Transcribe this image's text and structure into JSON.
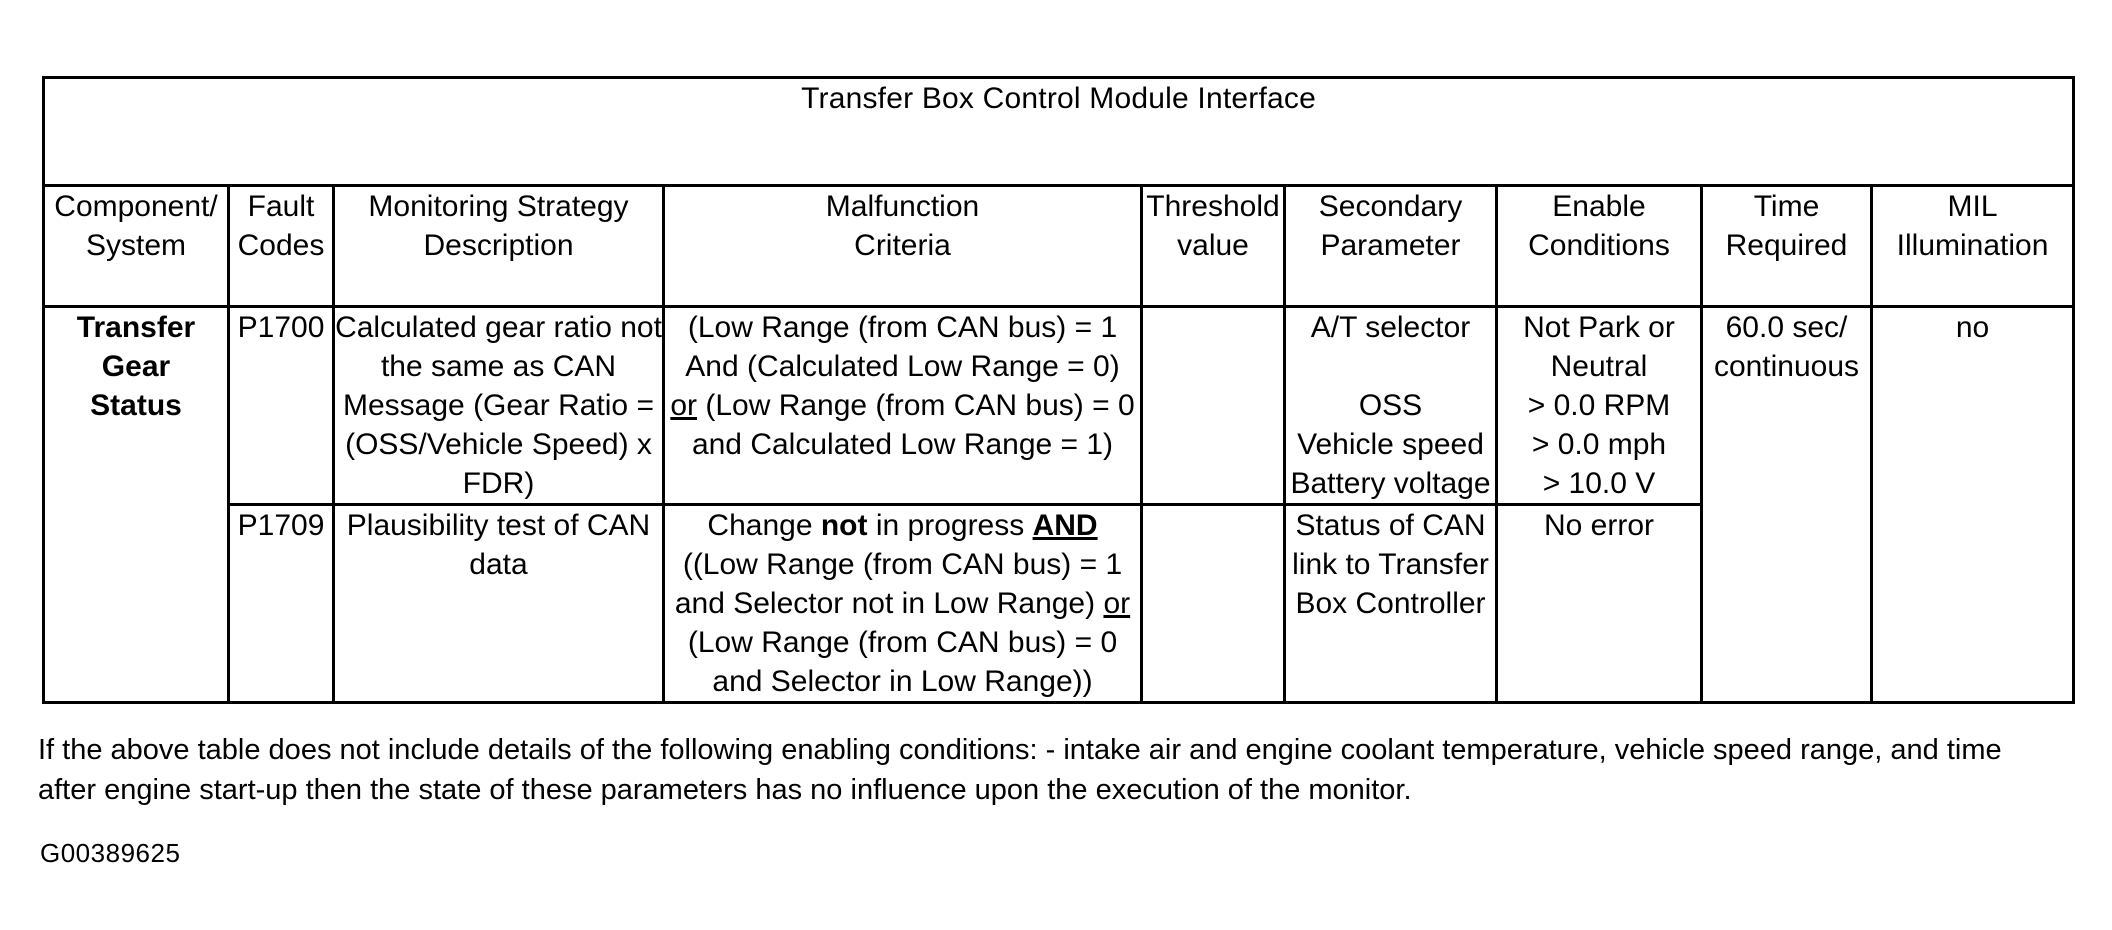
{
  "table": {
    "title": "Transfer Box Control Module Interface",
    "columns": [
      {
        "key": "component",
        "label": "Component/\nSystem"
      },
      {
        "key": "fault",
        "label": "Fault\nCodes"
      },
      {
        "key": "monitoring",
        "label": "Monitoring Strategy\nDescription"
      },
      {
        "key": "malfunction",
        "label": "Malfunction\nCriteria"
      },
      {
        "key": "threshold",
        "label": "Threshold\nvalue"
      },
      {
        "key": "secondary",
        "label": "Secondary\nParameter"
      },
      {
        "key": "enable",
        "label": "Enable\nConditions"
      },
      {
        "key": "time",
        "label": "Time\nRequired"
      },
      {
        "key": "mil",
        "label": "MIL\nIllumination"
      }
    ],
    "rows": [
      {
        "component": [
          "Transfer",
          "Gear",
          "Status"
        ],
        "fault": "P1700",
        "monitoring": [
          "Calculated gear ratio not",
          "the same as CAN",
          "Message (Gear Ratio =",
          "(OSS/Vehicle Speed) x",
          "FDR)"
        ],
        "malfunction": [
          "(Low Range (from CAN bus) = 1",
          "And (Calculated Low Range = 0)",
          "or (Low Range (from CAN bus) = 0",
          "and Calculated Low Range = 1)"
        ],
        "threshold": "",
        "secondary": [
          "A/T selector",
          "",
          "OSS",
          "Vehicle speed",
          "Battery voltage"
        ],
        "enable": [
          "Not Park or",
          "Neutral",
          "> 0.0 RPM",
          "> 0.0 mph",
          "> 10.0 V"
        ],
        "time": [
          "60.0 sec/",
          "continuous"
        ],
        "mil": "no"
      },
      {
        "fault": "P1709",
        "monitoring": [
          "Plausibility test of CAN",
          "data"
        ],
        "malfunction": [
          "Change not in progress AND",
          "((Low Range (from CAN bus) = 1",
          "and Selector not in Low Range) or",
          "(Low Range (from CAN bus) = 0",
          "and Selector in Low Range))"
        ],
        "threshold": "",
        "secondary": [
          "Status of CAN",
          "link to Transfer",
          "Box Controller"
        ],
        "enable": [
          "No error"
        ]
      }
    ]
  },
  "footer": {
    "note": "If the above table does not include details of the following enabling conditions: - intake air and engine coolant temperature, vehicle speed range, and time after engine start-up then the state of these parameters has no influence upon the execution of the monitor.",
    "image_id": "G00389625"
  }
}
